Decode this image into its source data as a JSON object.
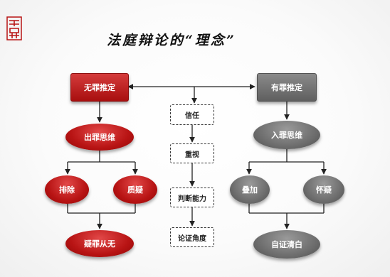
{
  "title": "法庭辩论的“理念”",
  "left": {
    "top": "无罪推定",
    "mid": "出罪思维",
    "left": "排除",
    "right": "质疑",
    "bottom": "疑罪从无"
  },
  "center": [
    "信任",
    "重视",
    "判断能力",
    "论证角度"
  ],
  "right": {
    "top": "有罪推定",
    "mid": "入罪思维",
    "left": "叠加",
    "right": "怀疑",
    "bottom": "自证清白"
  },
  "colors": {
    "red": "#b81414",
    "gray": "#6e6e6e",
    "line": "#222222"
  }
}
